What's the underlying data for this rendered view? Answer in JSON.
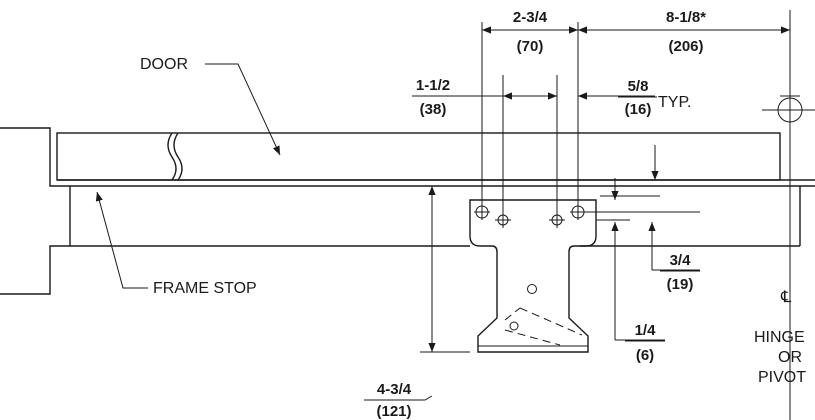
{
  "labels": {
    "door": "DOOR",
    "frame_stop": "FRAME STOP",
    "typ": "TYP.",
    "cl_symbol": "℄",
    "hinge": "HINGE",
    "or": "OR",
    "pivot": "PIVOT"
  },
  "dimensions": {
    "d1": {
      "frac": "2-3/4",
      "mm": "(70)"
    },
    "d2": {
      "frac": "8-1/8*",
      "mm": "(206)"
    },
    "d3": {
      "frac": "1-1/2",
      "mm": "(38)"
    },
    "d4": {
      "frac": "5/8",
      "mm": "(16)"
    },
    "d5": {
      "frac": "3/4",
      "mm": "(19)"
    },
    "d6": {
      "frac": "1/4",
      "mm": "(6)"
    },
    "d7": {
      "frac": "4-3/4",
      "mm": "(121)"
    }
  }
}
